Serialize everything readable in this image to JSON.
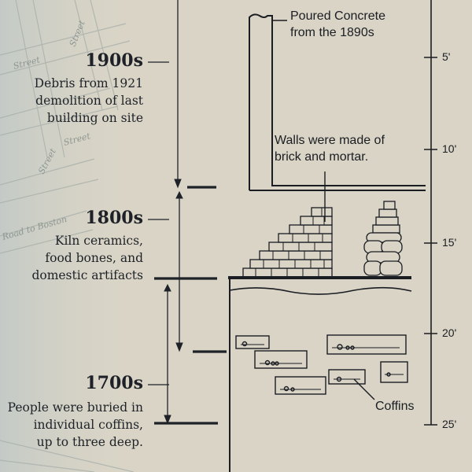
{
  "eras": [
    {
      "period": "1900s",
      "lines": [
        "Debris from 1921",
        "demolition of last",
        "building on site"
      ]
    },
    {
      "period": "1800s",
      "lines": [
        "Kiln ceramics,",
        "food bones, and",
        "domestic artifacts"
      ]
    },
    {
      "period": "1700s",
      "lines": [
        "People were buried in",
        "individual coffins,",
        "up to three deep."
      ]
    }
  ],
  "labels": {
    "concrete": [
      "Poured Concrete",
      "from the 1890s"
    ],
    "walls": [
      "Walls were made of",
      "brick and mortar."
    ],
    "coffins": "Coffins"
  },
  "depth_scale": {
    "ticks": [
      "5'",
      "10'",
      "15'",
      "20'",
      "25'"
    ]
  },
  "map_text": [
    "Street",
    "Street",
    "Street",
    "Street",
    "Road to Boston"
  ],
  "colors": {
    "background": "#d9d4c6",
    "ink": "#1e2228",
    "map": "#c6cdc9"
  }
}
